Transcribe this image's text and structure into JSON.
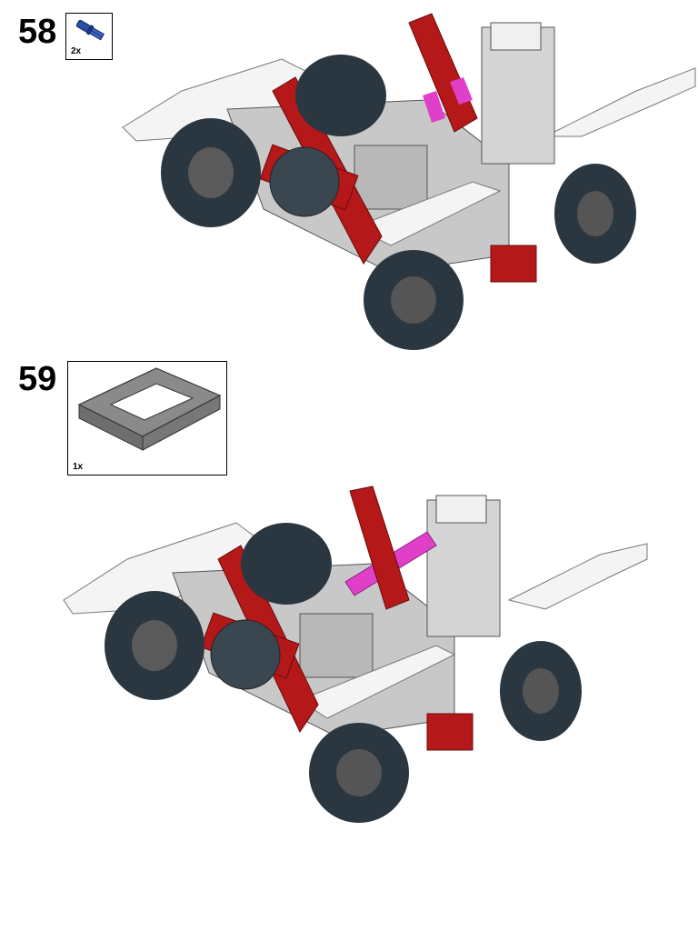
{
  "steps": [
    {
      "number": "58",
      "parts": [
        {
          "name": "blue-axle-pin",
          "quantity": "2x",
          "color": "#2a4fa8"
        }
      ]
    },
    {
      "number": "59",
      "parts": [
        {
          "name": "gray-5x7-open-frame",
          "quantity": "1x",
          "color": "#8a8a8a"
        }
      ]
    }
  ],
  "colors": {
    "red": "#b51818",
    "white": "#f4f4f4",
    "light-gray": "#c8c8c8",
    "dark-tire": "#2a3640",
    "magenta": "#e040c8",
    "blue": "#2a4fa8"
  }
}
